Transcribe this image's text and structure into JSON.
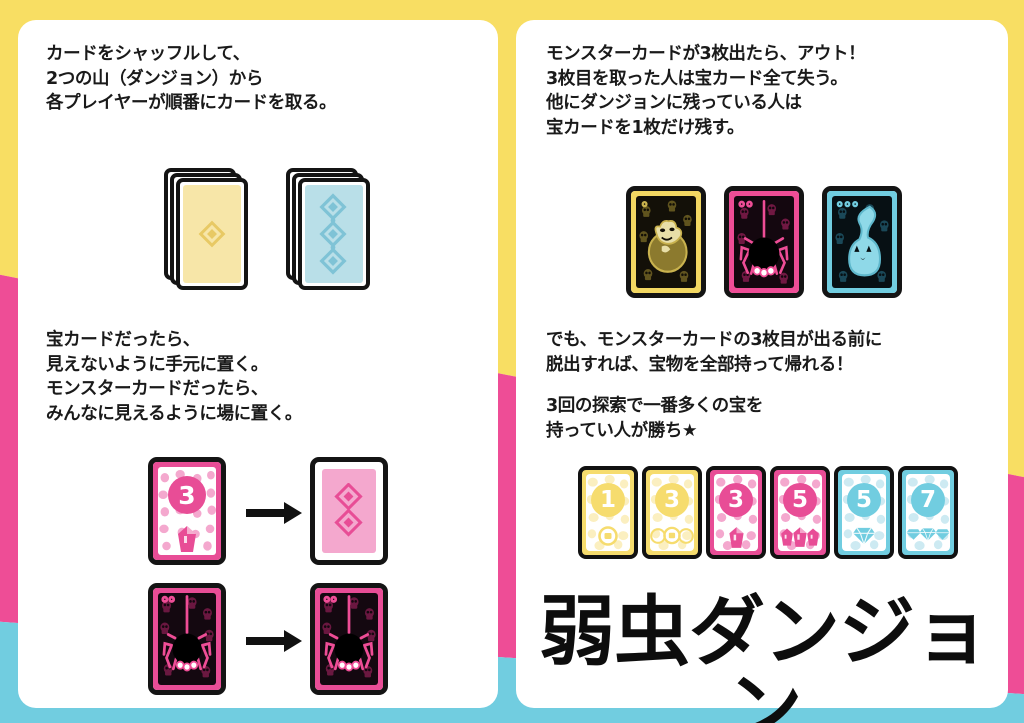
{
  "background": {
    "bands": [
      {
        "name": "yellow-band",
        "color": "#F8DE63"
      },
      {
        "name": "pink-band",
        "color": "#EE4D96"
      },
      {
        "name": "cyan-band",
        "color": "#71CDE0"
      }
    ]
  },
  "panels": {
    "left": {
      "step1_text": "カードをシャッフルして、\n2つの山（ダンジョン）から\n各プレイヤーが順番にカードを取る。",
      "step2_text": "宝カードだったら、\n見えないように手元に置く。\nモンスターカードだったら、\nみんなに見えるように場に置く。",
      "decks": [
        {
          "name": "deck-yellow",
          "face_color": "#F7E6A8",
          "rune_color": "#E8C964",
          "rune_count": 1
        },
        {
          "name": "deck-blue",
          "face_color": "#B9DFE8",
          "rune_color": "#7FC3D6",
          "rune_count": 3
        }
      ],
      "flow_treasure": {
        "front": {
          "number": "3",
          "border_color": "#E84D96",
          "dot_color": "#F2A6CB",
          "icon": "gem-icon",
          "icon_count": 1
        },
        "arrow": "→",
        "back": {
          "face_color": "#F4A8CE",
          "rune_color": "#E84D96",
          "rune_count": 2
        }
      },
      "flow_monster": {
        "front": {
          "border_color": "#E84D96",
          "bg_color": "#120A12",
          "icon": "spider-icon",
          "accent": "#EE4D96"
        },
        "arrow": "→",
        "back": {
          "border_color": "#E84D96",
          "bg_color": "#120A12",
          "icon": "spider-icon",
          "accent": "#EE4D96"
        }
      }
    },
    "right": {
      "step3_text": "モンスターカードが3枚出たら、アウト！\n3枚目を取った人は宝カード全て失う。\n他にダンジョンに残っている人は\n宝カードを1枚だけ残す。",
      "step4_text": "でも、モンスターカードの3枚目が出る前に\n脱出すれば、宝物を全部持って帰れる！",
      "step5_text": "3回の探索で一番多くの宝を\n持ってい人が勝ち★",
      "monster_cards": [
        {
          "name": "monster-card-yellow",
          "border_color": "#F3D862",
          "bg_color": "#131008",
          "accent": "#C9B24E",
          "icon": "bat-monster-icon"
        },
        {
          "name": "monster-card-pink",
          "border_color": "#EE4D96",
          "bg_color": "#14070F",
          "accent": "#EE4D96",
          "icon": "spider-monster-icon"
        },
        {
          "name": "monster-card-blue",
          "border_color": "#71CDE0",
          "bg_color": "#071014",
          "accent": "#71CDE0",
          "icon": "ghost-monster-icon"
        }
      ],
      "treasure_cards": [
        {
          "name": "treasure-card-1",
          "number": "1",
          "color": "#F6DC6E",
          "icon": "coin-icon",
          "icon_count": 1
        },
        {
          "name": "treasure-card-3-coin",
          "number": "3",
          "color": "#F6DC6E",
          "icon": "coin-icon",
          "icon_count": 3
        },
        {
          "name": "treasure-card-3-gem",
          "number": "3",
          "color": "#E84D96",
          "icon": "gem-icon",
          "icon_count": 1
        },
        {
          "name": "treasure-card-5-gem",
          "number": "5",
          "color": "#E84D96",
          "icon": "gem-icon",
          "icon_count": 3
        },
        {
          "name": "treasure-card-5-diamond",
          "number": "5",
          "color": "#71CDE0",
          "icon": "diamond-icon",
          "icon_count": 1
        },
        {
          "name": "treasure-card-7-diamond",
          "number": "7",
          "color": "#71CDE0",
          "icon": "diamond-icon",
          "icon_count": 3
        }
      ],
      "title": "弱虫ダンジョン"
    }
  }
}
